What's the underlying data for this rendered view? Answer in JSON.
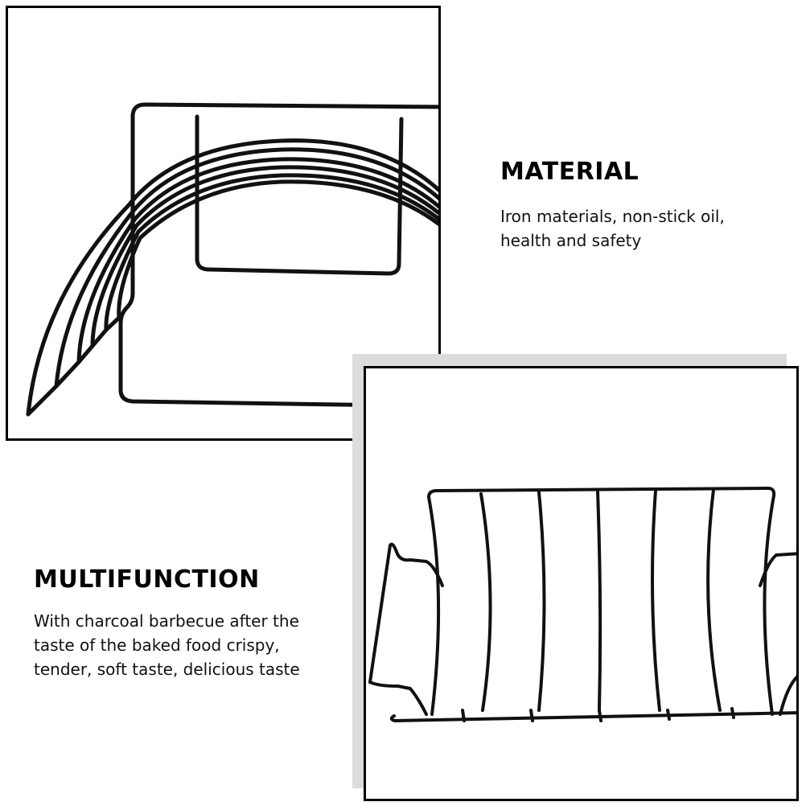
{
  "sections": {
    "material": {
      "heading": "MATERIAL",
      "lines": [
        "Iron materials, non-stick oil,",
        "health and safety"
      ]
    },
    "multifunction": {
      "heading": "MULTIFUNCTION",
      "lines": [
        "With charcoal barbecue after the",
        "taste of the baked food crispy,",
        "tender, soft taste, delicious taste"
      ]
    }
  },
  "images": {
    "top_left": "rib-rack-closeup-side-view",
    "bottom_right": "rib-rack-front-view"
  },
  "colors": {
    "frame_border": "#000000",
    "shadow": "#dcdcdc",
    "background": "#ffffff",
    "wire": "#111111"
  }
}
